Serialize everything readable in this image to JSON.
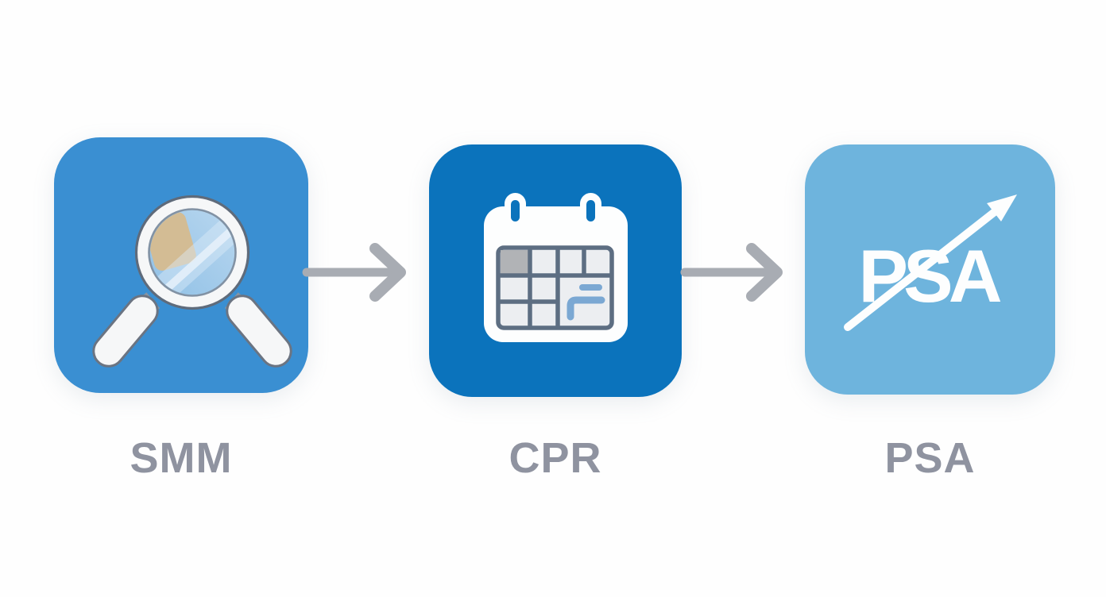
{
  "diagram": {
    "type": "process-flow",
    "background_color": "#fefefe",
    "label_color": "#8f93a0",
    "arrow_color": "#a8acb3",
    "steps": [
      {
        "label": "SMM",
        "icon": "magnifier-icon",
        "tile_color": "#3a8fd2",
        "icon_colors": {
          "glass_rim": "#f6f7f8",
          "rim_outline": "#5f6b7b",
          "lens": "#9cc5e7",
          "lens_highlight": "#dcebf8",
          "smudge": "#d3bc94",
          "handle": "#f6f7f8"
        }
      },
      {
        "label": "CPR",
        "icon": "calendar-icon",
        "tile_color": "#0b73bc",
        "icon_colors": {
          "body": "#fdfefe",
          "grid_line": "#5d6e82",
          "cell": "#eceef1",
          "selected_cell": "#b1b3b6",
          "marker": "#7ba8d3"
        }
      },
      {
        "label": "PSA",
        "icon": "trend-arrow-psa-icon",
        "icon_text": "PSA",
        "tile_color": "#6eb4dd",
        "icon_colors": {
          "text_and_arrow": "#fdfefe"
        }
      }
    ],
    "connectors": [
      {
        "from": "SMM",
        "to": "CPR",
        "type": "arrow-right"
      },
      {
        "from": "CPR",
        "to": "PSA",
        "type": "arrow-right"
      }
    ]
  }
}
